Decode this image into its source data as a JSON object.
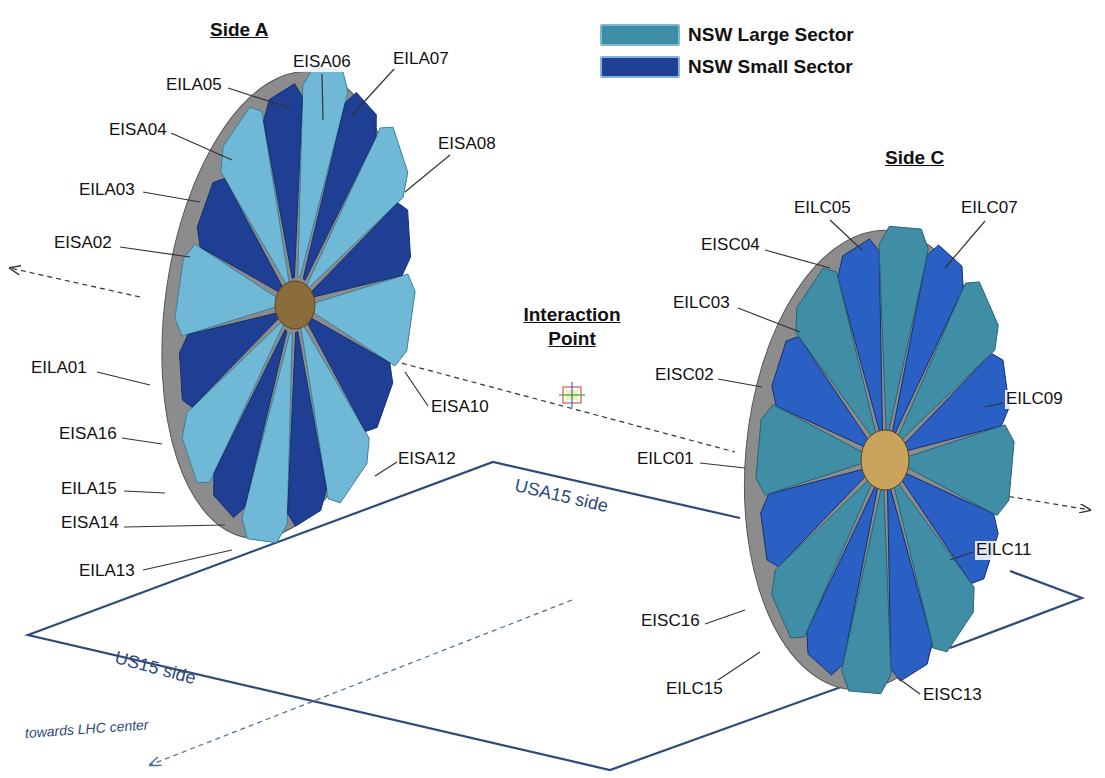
{
  "diagram": {
    "labels": [
      "Side A",
      "EILA05",
      "EISA06",
      "EILA07",
      "EISA04",
      "EISA08",
      "EILA03",
      "EISA02",
      "EILA01",
      "EISA10",
      "EISA16",
      "EISA12",
      "EILA15",
      "EISA14",
      "EILA13",
      "Interaction Point",
      "Side C",
      "EILC05",
      "EILC07",
      "EISC04",
      "EILC03",
      "EISC02",
      "EILC09",
      "EILC01",
      "EILC11",
      "EISC16",
      "EILC15",
      "EISC13",
      "USA15 side",
      "US15 side",
      "towards LHC center"
    ],
    "legend": [
      {
        "text": "NSW Large Sector",
        "color": "#3f8ea6"
      },
      {
        "text": "NSW Small Sector",
        "color": "#1f3f95"
      }
    ]
  }
}
